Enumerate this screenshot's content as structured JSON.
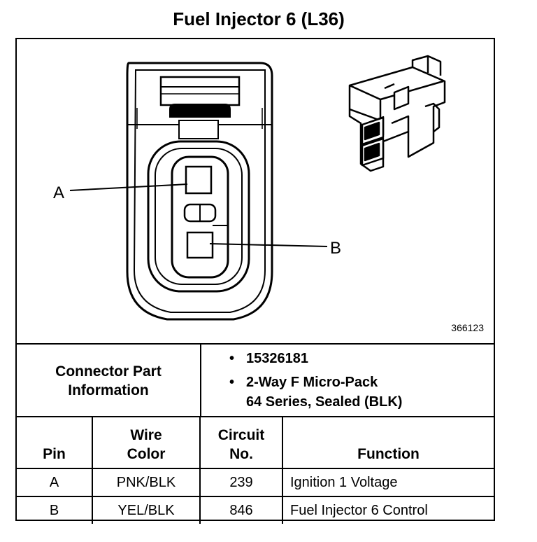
{
  "title": "Fuel Injector 6 (L36)",
  "figure": {
    "id": "366123",
    "callouts": {
      "a": "A",
      "b": "B"
    }
  },
  "connector_info": {
    "label": "Connector Part\nInformation",
    "items": [
      {
        "bullet": "•",
        "text": "15326181"
      },
      {
        "bullet": "•",
        "text": "2-Way F Micro-Pack\n64 Series, Sealed (BLK)"
      }
    ]
  },
  "pin_table": {
    "headers": {
      "pin": "Pin",
      "wire_color": "Wire\nColor",
      "circuit": "Circuit\nNo.",
      "function": "Function"
    },
    "rows": [
      {
        "pin": "A",
        "wire_color": "PNK/BLK",
        "circuit": "239",
        "function": "Ignition 1 Voltage"
      },
      {
        "pin": "B",
        "wire_color": "YEL/BLK",
        "circuit": "846",
        "function": "Fuel Injector 6 Control"
      }
    ]
  }
}
